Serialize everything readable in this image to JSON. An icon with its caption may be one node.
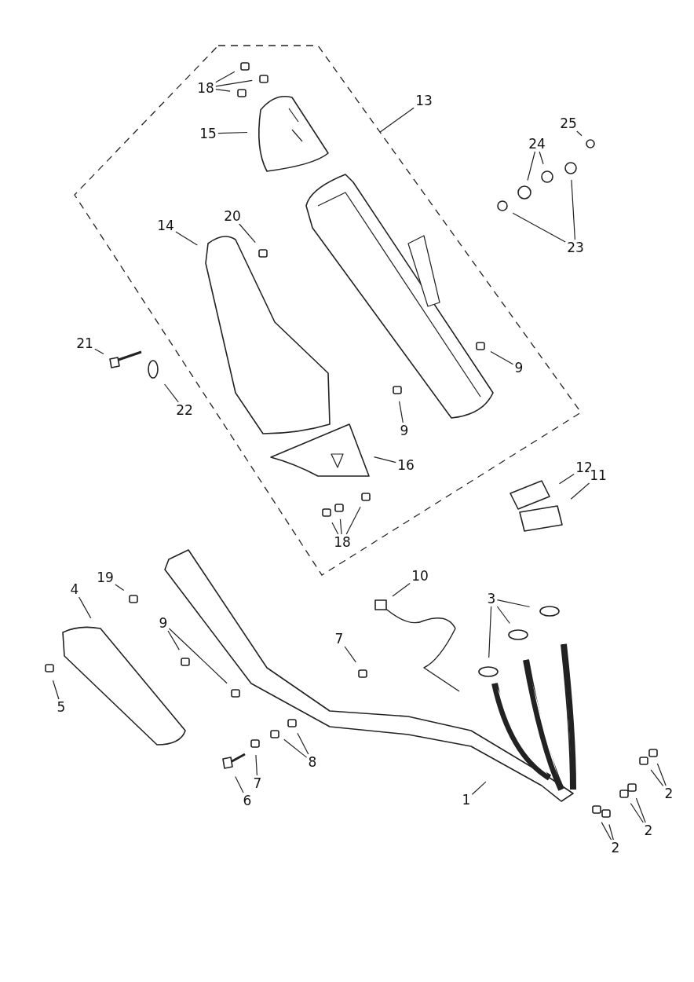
{
  "diagram": {
    "nodes": [
      {
        "text": [],
        "shape": "box"
      },
      {
        "text": [
          "18"
        ],
        "in": 0
      },
      {
        "text": [
          "13"
        ]
      },
      {
        "text": [
          "25"
        ]
      },
      {
        "text": [
          "15"
        ],
        "in": 0
      },
      {
        "text": [
          "24"
        ]
      },
      {
        "text": [
          "20"
        ],
        "in": 0
      },
      {
        "text": [
          "14"
        ],
        "in": 0
      },
      {
        "text": [
          "23"
        ]
      },
      {
        "text": [
          "21"
        ]
      },
      {
        "text": [
          "9"
        ],
        "in": 0
      },
      {
        "text": [
          "22"
        ]
      },
      {
        "text": [
          "9"
        ],
        "in": 0
      },
      {
        "text": [
          "12"
        ]
      },
      {
        "text": [
          "16"
        ],
        "in": 0
      },
      {
        "text": [
          "11"
        ]
      },
      {
        "text": [
          "18"
        ],
        "in": 0
      },
      {
        "text": [
          "10"
        ]
      },
      {
        "text": [
          "19"
        ]
      },
      {
        "text": [
          "4"
        ]
      },
      {
        "text": [
          "3"
        ]
      },
      {
        "text": [
          "9"
        ]
      },
      {
        "text": [
          "7"
        ]
      },
      {
        "text": [
          "5"
        ]
      },
      {
        "text": [
          "8"
        ]
      },
      {
        "text": [
          "2"
        ]
      },
      {
        "text": [
          "7"
        ]
      },
      {
        "text": [
          "1"
        ]
      },
      {
        "text": [
          "6"
        ]
      },
      {
        "text": [
          "2"
        ]
      },
      {
        "text": [
          "2"
        ]
      }
    ],
    "edges": [
      {
        "from": 1,
        "to": null,
        "arrow": "none"
      },
      {
        "from": 1,
        "to": null,
        "arrow": "none"
      },
      {
        "from": 1,
        "to": null,
        "arrow": "none"
      },
      {
        "from": 2,
        "to": 0,
        "arrow": "none"
      },
      {
        "from": 3,
        "to": null,
        "arrow": "none"
      },
      {
        "from": 4,
        "to": null,
        "arrow": "none"
      },
      {
        "from": 5,
        "to": null,
        "arrow": "none"
      },
      {
        "from": 5,
        "to": null,
        "arrow": "none"
      },
      {
        "from": 6,
        "to": null,
        "arrow": "none"
      },
      {
        "from": 7,
        "to": null,
        "arrow": "none"
      },
      {
        "from": 8,
        "to": null,
        "arrow": "none"
      },
      {
        "from": 8,
        "to": null,
        "arrow": "none"
      },
      {
        "from": 9,
        "to": null,
        "arrow": "none"
      },
      {
        "from": 10,
        "to": null,
        "arrow": "none"
      },
      {
        "from": 11,
        "to": null,
        "arrow": "none"
      },
      {
        "from": 12,
        "to": null,
        "arrow": "none"
      },
      {
        "from": 13,
        "to": null,
        "arrow": "none"
      },
      {
        "from": 14,
        "to": null,
        "arrow": "none"
      },
      {
        "from": 15,
        "to": null,
        "arrow": "none"
      },
      {
        "from": 16,
        "to": null,
        "arrow": "none"
      },
      {
        "from": 16,
        "to": null,
        "arrow": "none"
      },
      {
        "from": 16,
        "to": null,
        "arrow": "none"
      },
      {
        "from": 17,
        "to": null,
        "arrow": "none"
      },
      {
        "from": 18,
        "to": null,
        "arrow": "none"
      },
      {
        "from": 19,
        "to": null,
        "arrow": "none"
      },
      {
        "from": 20,
        "to": null,
        "arrow": "none"
      },
      {
        "from": 20,
        "to": null,
        "arrow": "none"
      },
      {
        "from": 20,
        "to": null,
        "arrow": "none"
      },
      {
        "from": 21,
        "to": null,
        "arrow": "none"
      },
      {
        "from": 21,
        "to": null,
        "arrow": "none"
      },
      {
        "from": 22,
        "to": null,
        "arrow": "none"
      },
      {
        "from": 23,
        "to": null,
        "arrow": "none"
      },
      {
        "from": 24,
        "to": null,
        "arrow": "none"
      },
      {
        "from": 24,
        "to": null,
        "arrow": "none"
      },
      {
        "from": 25,
        "to": null,
        "arrow": "none"
      },
      {
        "from": 25,
        "to": null,
        "arrow": "none"
      },
      {
        "from": 26,
        "to": null,
        "arrow": "none"
      },
      {
        "from": 27,
        "to": null,
        "arrow": "none"
      },
      {
        "from": 28,
        "to": null,
        "arrow": "none"
      },
      {
        "from": 29,
        "to": null,
        "arrow": "none"
      },
      {
        "from": 29,
        "to": null,
        "arrow": "none"
      },
      {
        "from": 30,
        "to": null,
        "arrow": "none"
      },
      {
        "from": 30,
        "to": null,
        "arrow": "none"
      }
    ]
  }
}
